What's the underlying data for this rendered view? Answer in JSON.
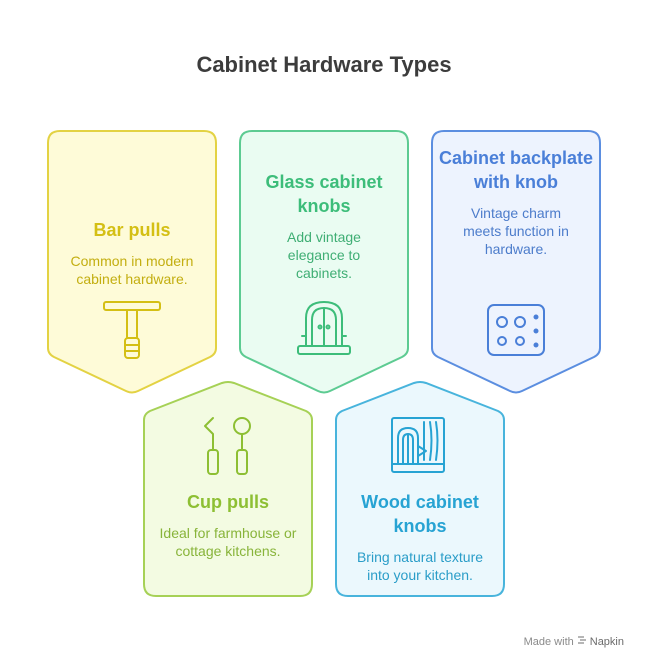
{
  "title": "Cabinet Hardware Types",
  "cards": [
    {
      "title": "Bar pulls",
      "description": "Common in modern cabinet hardware.",
      "icon": "bar-pull-icon",
      "colors": {
        "fill": "#fefbd8",
        "stroke": "#e3d243",
        "title": "#d4bf14",
        "text": "#c3ae10"
      }
    },
    {
      "title": "Glass cabinet knobs",
      "description": "Add vintage elegance to cabinets.",
      "icon": "glass-cabinet-icon",
      "colors": {
        "fill": "#eafcf2",
        "stroke": "#5dcb92",
        "title": "#3dbd7a",
        "text": "#3fae74"
      }
    },
    {
      "title": "Cabinet backplate with knob",
      "description": "Vintage charm meets function in hardware.",
      "icon": "backplate-knob-icon",
      "colors": {
        "fill": "#edf3fe",
        "stroke": "#5b8ee0",
        "title": "#4a7fd8",
        "text": "#4c7ccb"
      }
    },
    {
      "title": "Cup pulls",
      "description": "Ideal for farmhouse or cottage kitchens.",
      "icon": "cup-pull-icon",
      "colors": {
        "fill": "#f3fbe2",
        "stroke": "#a6d156",
        "title": "#8dbf33",
        "text": "#88b43a"
      }
    },
    {
      "title": "Wood cabinet knobs",
      "description": "Bring natural texture into your kitchen.",
      "icon": "wood-cabinet-icon",
      "colors": {
        "fill": "#ebf8fd",
        "stroke": "#48b4dc",
        "title": "#27a3d3",
        "text": "#2a9dc8"
      }
    }
  ],
  "watermark": {
    "prefix": "Made with",
    "brand": "Napkin"
  }
}
